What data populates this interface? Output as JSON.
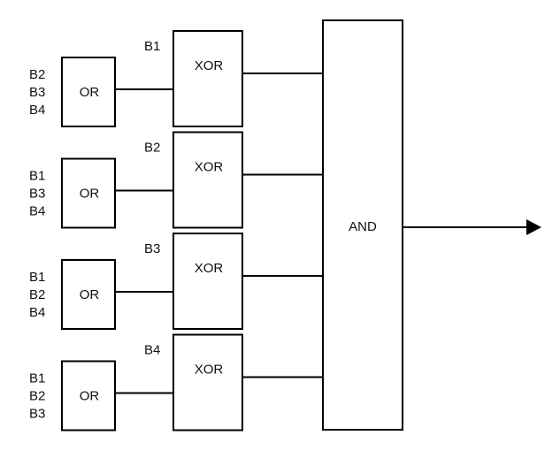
{
  "diagram": {
    "title": "",
    "colors": {
      "stroke": "#000000",
      "text": "#111111",
      "background": "#ffffff"
    },
    "stages": [
      {
        "or_label": "OR",
        "or_inputs": [
          "B2",
          "B3",
          "B4"
        ],
        "xor_label": "XOR",
        "xor_input": "B1"
      },
      {
        "or_label": "OR",
        "or_inputs": [
          "B1",
          "B3",
          "B4"
        ],
        "xor_label": "XOR",
        "xor_input": "B2"
      },
      {
        "or_label": "OR",
        "or_inputs": [
          "B1",
          "B2",
          "B4"
        ],
        "xor_label": "XOR",
        "xor_input": "B3"
      },
      {
        "or_label": "OR",
        "or_inputs": [
          "B1",
          "B2",
          "B3"
        ],
        "xor_label": "XOR",
        "xor_input": "B4"
      }
    ],
    "and_gate": {
      "label": "AND"
    },
    "output": {
      "arrow": "arrow-right-icon"
    }
  }
}
